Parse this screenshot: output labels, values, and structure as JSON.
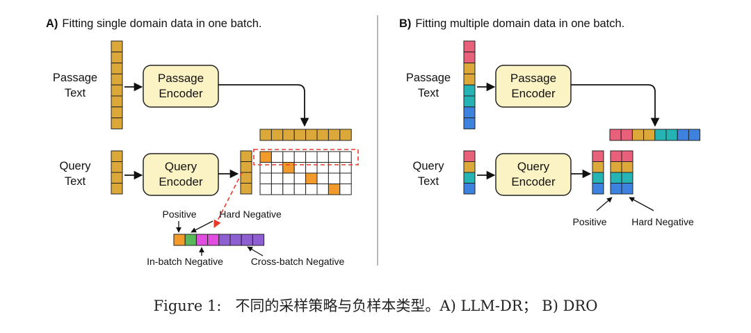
{
  "panel_a": {
    "title_prefix": "A)",
    "title": "Fitting single domain data in one batch.",
    "passage_label_1": "Passage",
    "passage_label_2": "Text",
    "passage_encoder_1": "Passage",
    "passage_encoder_2": "Encoder",
    "query_label_1": "Query",
    "query_label_2": "Text",
    "query_encoder_1": "Query",
    "query_encoder_2": "Encoder",
    "positive": "Positive",
    "hard_negative": "Hard Negative",
    "in_batch_negative": "In-batch Negative",
    "cross_batch_negative": "Cross-batch Negative"
  },
  "panel_b": {
    "title_prefix": "B)",
    "title": "Fitting multiple domain data in one batch.",
    "passage_label_1": "Passage",
    "passage_label_2": "Text",
    "passage_encoder_1": "Passage",
    "passage_encoder_2": "Encoder",
    "query_label_1": "Query",
    "query_label_2": "Text",
    "query_encoder_1": "Query",
    "query_encoder_2": "Encoder",
    "positive": "Positive",
    "hard_negative": "Hard Negative"
  },
  "caption": "Figure 1:   不同的采样策略与负样本类型。A) LLM-DR； B) DRO",
  "colors": {
    "gold": "#dca83a",
    "pink": "#e8607a",
    "teal": "#26b3b3",
    "blue": "#3e82df",
    "orange": "#f39a2c",
    "green": "#5bb85a",
    "magenta": "#e14de0",
    "purple": "#8d5fd0",
    "red_dash": "#e8392b",
    "encoder_fill": "#fbf3c4"
  }
}
